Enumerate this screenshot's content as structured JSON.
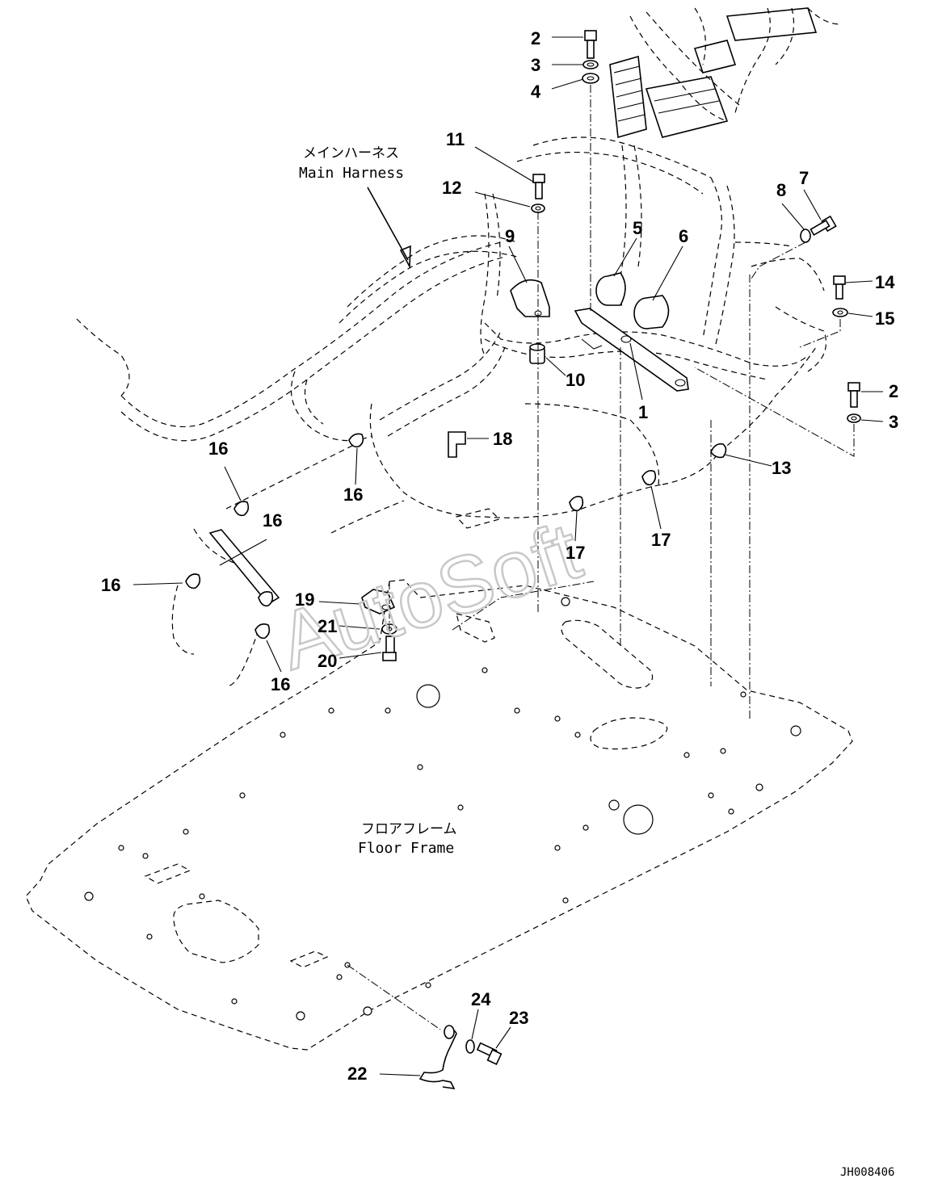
{
  "captions": {
    "main_harness_jp": "メインハーネス",
    "main_harness_en": "Main Harness",
    "floor_frame_jp": "フロアフレーム",
    "floor_frame_en": "Floor Frame"
  },
  "callouts": [
    "2",
    "3",
    "4",
    "11",
    "12",
    "9",
    "5",
    "6",
    "8",
    "7",
    "14",
    "15",
    "10",
    "1",
    "2",
    "3",
    "18",
    "13",
    "16",
    "16",
    "16",
    "16",
    "16",
    "17",
    "17",
    "19",
    "21",
    "20",
    "24",
    "23",
    "22"
  ],
  "watermark": "AutoSoft",
  "doc_id": "JH008406"
}
